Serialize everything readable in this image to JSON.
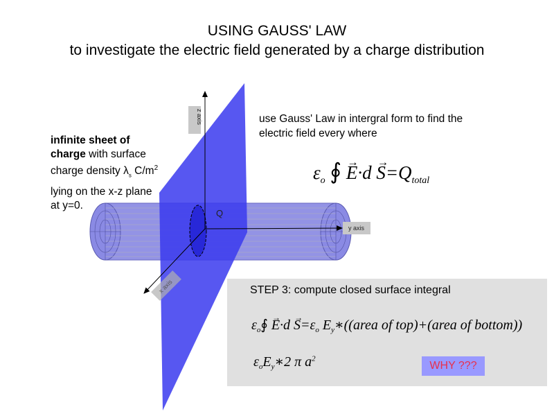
{
  "title": {
    "line1": "USING GAUSS' LAW",
    "line2": "to investigate the electric field generated by a charge distribution"
  },
  "left_text": {
    "bold1": "infinite sheet of",
    "bold2": "charge",
    "rest2": " with surface",
    "line3a": "charge density λ",
    "line3sub": "s",
    "line3b": " C/m",
    "line3sup": "2",
    "line4": "lying on the x-z plane",
    "line5": "at y=0."
  },
  "right_text": {
    "line1": "use Gauss' Law in intergral form to find the",
    "line2": "electric field every where"
  },
  "gauss_equation": {
    "eps": "ε",
    "eps_sub": "o",
    "integral": "∮",
    "E": "E",
    "dot_d": "·d",
    "S": "S",
    "eq": "=Q",
    "q_sub": "total"
  },
  "diagram": {
    "z_axis_label": "z axis",
    "y_axis_label": "y axis",
    "x_axis_label": "x axis",
    "charge_label": "Q",
    "sheet_color": "#3a3aee",
    "cylinder_color": "#8080e0"
  },
  "step_box": {
    "heading": "STEP 3: compute closed surface integral",
    "eq2_left": "ε",
    "eq2_left_sub": "o",
    "eq2_int": "∮",
    "eq2_E": "E",
    "eq2_dot": "·d",
    "eq2_S": "S",
    "eq2_mid": "=ε",
    "eq2_mid_sub": "o",
    "eq2_Ey": "E",
    "eq2_Ey_sub": "y",
    "eq2_rest": "∗((area of top)+(area of bottom))",
    "eq3_eps": "ε",
    "eq3_eps_sub": "o",
    "eq3_E": "E",
    "eq3_E_sub": "y",
    "eq3_rest": "∗2 π a",
    "eq3_sup": "2",
    "why_label": "WHY ???",
    "why_bg": "#9999ff",
    "why_color": "#e8304a"
  }
}
